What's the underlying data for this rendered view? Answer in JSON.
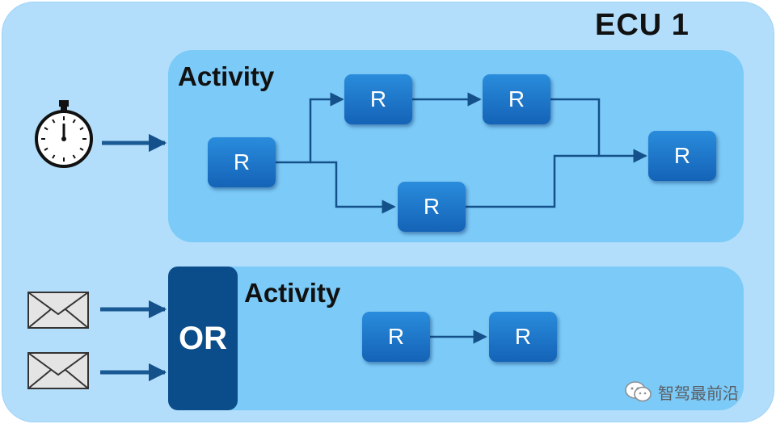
{
  "ecu": {
    "title": "ECU 1"
  },
  "activities": [
    {
      "label": "Activity",
      "trigger": "stopwatch-icon",
      "runnables": [
        "R",
        "R",
        "R",
        "R",
        "R"
      ]
    },
    {
      "label": "Activity",
      "trigger": "envelope-icon",
      "gate_label": "OR",
      "runnables": [
        "R",
        "R"
      ]
    }
  ],
  "watermark": {
    "text": "智驾最前沿",
    "icon": "wechat-icon"
  },
  "colors": {
    "ecu_background": "#b3defb",
    "activity_background": "#7ccaf7",
    "runnable_fill": "#1d74c8",
    "or_gate_fill": "#0b4d8a",
    "arrow": "#14508a"
  }
}
